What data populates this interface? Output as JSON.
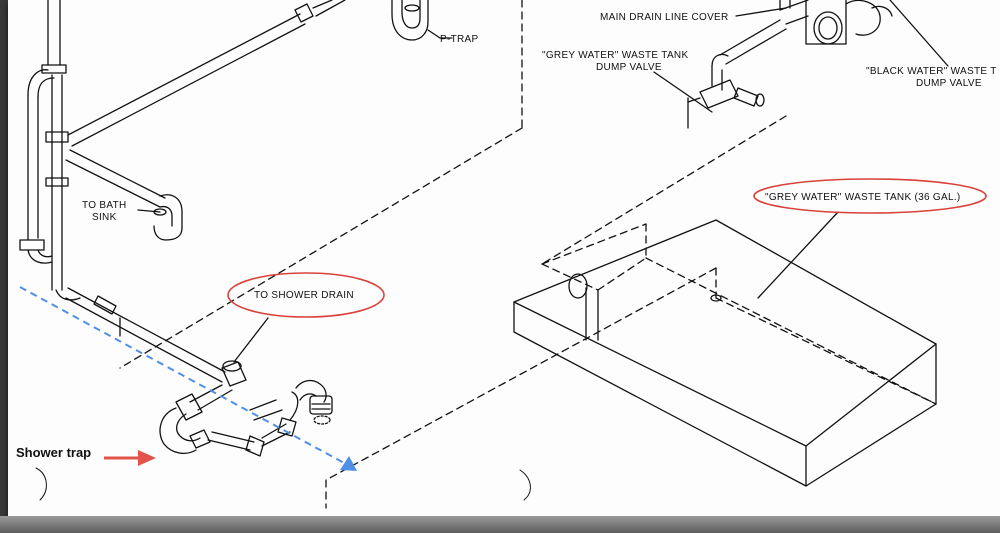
{
  "labels": {
    "p_trap": "P-TRAP",
    "main_drain_line_cover": "MAIN DRAIN LINE COVER",
    "grey_water_valve_line1": "\"GREY WATER\" WASTE TANK",
    "grey_water_valve_line2": "DUMP VALVE",
    "black_water_valve_line1": "\"BLACK WATER\" WASTE T",
    "black_water_valve_line2": "DUMP VALVE",
    "to_bath_sink_line1": "TO BATH",
    "to_bath_sink_line2": "SINK",
    "to_shower_drain": "TO SHOWER DRAIN",
    "grey_water_tank": "\"GREY WATER\" WASTE TANK (36 GAL.)"
  },
  "annotations": {
    "shower_trap": "Shower trap"
  },
  "colors": {
    "highlight_ellipse": "#d9423a",
    "arrow": "#e2544a",
    "dashed_guide": "#4f90e6",
    "line_art": "#111111"
  }
}
